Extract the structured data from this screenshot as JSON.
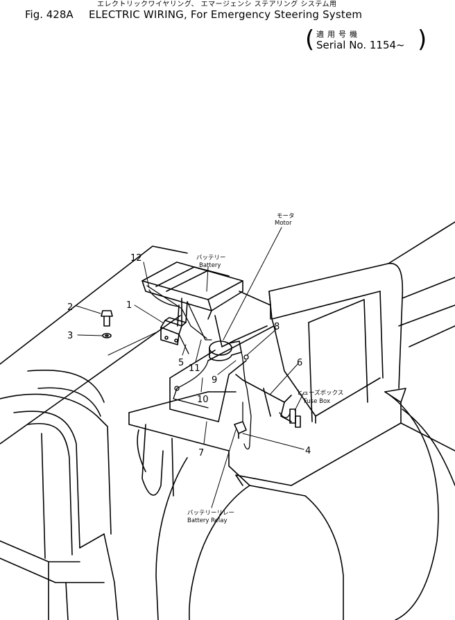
{
  "header": {
    "japanese_title": "エレクトリックワイヤリング、 エマージェンシ ステアリング システム用",
    "figure_number": "Fig. 428A",
    "english_title": "ELECTRIC WIRING, For Emergency Steering System",
    "paren_open": "(",
    "paren_close": ")",
    "serial_japanese": "適用号機",
    "serial_english": "Serial No. 1154~"
  },
  "callouts": [
    "1",
    "2",
    "3",
    "4",
    "5",
    "6",
    "7",
    "8",
    "9",
    "10",
    "11",
    "12"
  ],
  "labels": {
    "motor_jp": "モータ",
    "motor_en": "Motor",
    "battery_jp": "バッテリー",
    "battery_en": "Battery",
    "fuse_box_jp": "ヒューズボックス",
    "fuse_box_en": "Fuse Box",
    "battery_relay_jp": "バッテリーリレー",
    "battery_relay_en": "Battery Relay"
  }
}
